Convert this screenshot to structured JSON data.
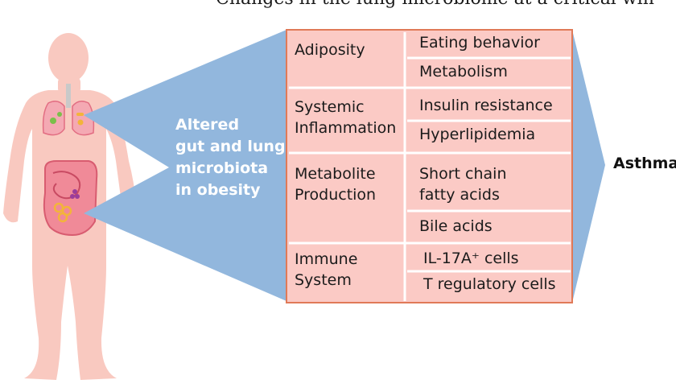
{
  "header": {
    "title_partial": "Changes in the lung microbiome at a critical win"
  },
  "center_label": [
    "Altered",
    "gut and lung",
    "microbiota",
    "in obesity"
  ],
  "outcome": "Asthma",
  "categories": [
    {
      "label": [
        "Adiposity"
      ],
      "items": [
        [
          "Eating behavior"
        ],
        [
          "Metabolism"
        ]
      ]
    },
    {
      "label": [
        "Systemic",
        "Inflammation"
      ],
      "items": [
        [
          "Insulin resistance"
        ],
        [
          "Hyperlipidemia"
        ]
      ]
    },
    {
      "label": [
        "Metabolite",
        "Production"
      ],
      "items": [
        [
          "Short chain",
          "fatty acids"
        ],
        [
          "Bile acids"
        ]
      ]
    },
    {
      "label": [
        "Immune",
        "System"
      ],
      "items": [
        [
          "IL-17A⁺ cells"
        ],
        [
          "T regulatory cells"
        ]
      ]
    }
  ],
  "colors": {
    "body": "#f9c9c0",
    "lungs": "#f4a9b3",
    "intestine": "#f08a98",
    "wedge": "#92b7dd",
    "table_fill": "#fbcac5",
    "table_border": "#e07a58"
  }
}
